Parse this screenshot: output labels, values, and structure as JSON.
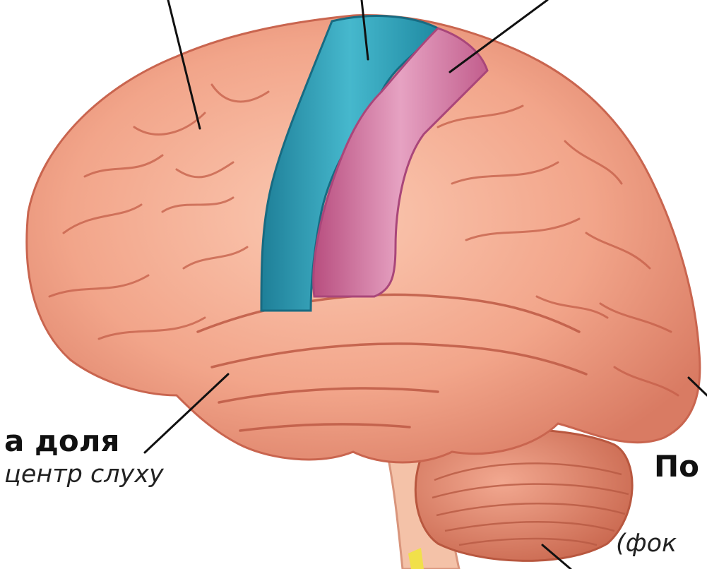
{
  "labels": {
    "temporal_lobe": "а доля",
    "temporal_lobe_note": "центр слуху",
    "right_bold": "По",
    "right_italic": "(фок"
  },
  "colors": {
    "brain_fill": "#F2A58A",
    "brain_shadow": "#C9654F",
    "motor_cortex": "#2FA1B7",
    "sensory_cortex": "#D56D9C",
    "cerebellum": "#E48C70",
    "brainstem": "#F4C2A8",
    "leader_line": "#111111",
    "spine_tip": "#F1E04A"
  },
  "structures": [
    "frontal-lobe",
    "motor-cortex",
    "sensory-cortex",
    "parietal-lobe",
    "occipital-lobe",
    "temporal-lobe",
    "cerebellum",
    "brainstem"
  ]
}
